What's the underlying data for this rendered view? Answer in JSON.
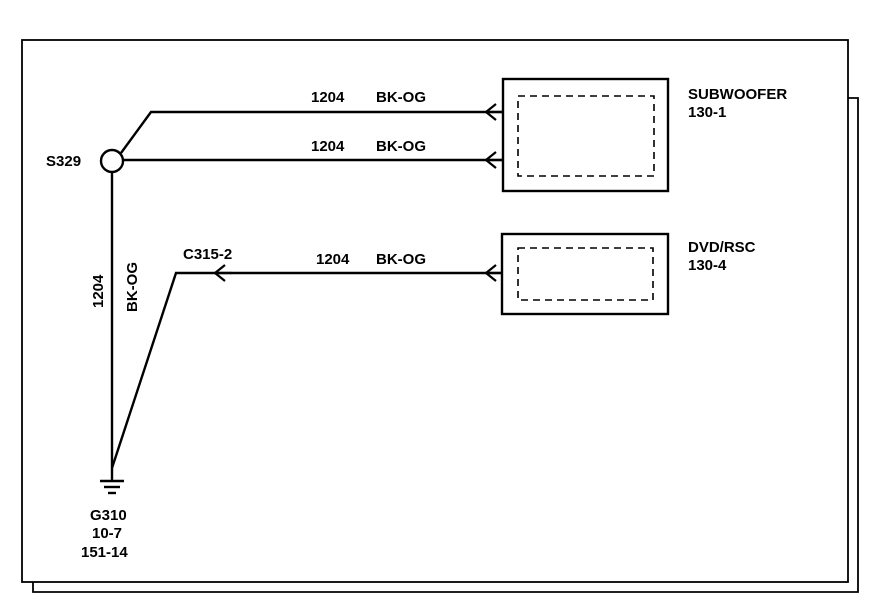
{
  "splice": {
    "id": "S329"
  },
  "ground": {
    "id": "G310",
    "ref1": "10-7",
    "ref2": "151-14"
  },
  "connector": {
    "id": "C315-2"
  },
  "components": {
    "subwoofer": {
      "name": "SUBWOOFER",
      "ref": "130-1"
    },
    "dvd": {
      "name": "DVD/RSC",
      "ref": "130-4"
    }
  },
  "wires": {
    "top": {
      "circuit": "1204",
      "color": "BK-OG"
    },
    "middle": {
      "circuit": "1204",
      "color": "BK-OG"
    },
    "lower": {
      "circuit": "1204",
      "color": "BK-OG"
    },
    "vertical": {
      "circuit": "1204",
      "color": "BK-OG"
    }
  }
}
